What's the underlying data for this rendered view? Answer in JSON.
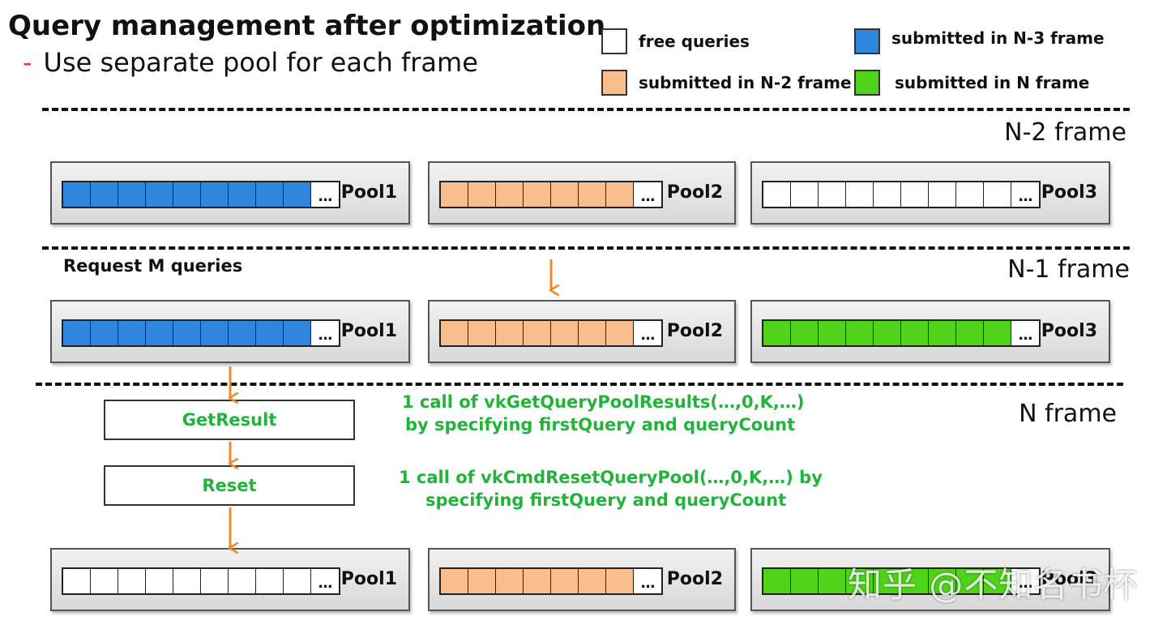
{
  "header": {
    "title": "Query management after optimization",
    "subtitle_bullet": "-",
    "subtitle": "Use separate pool for each frame"
  },
  "legend": [
    {
      "label": "free queries",
      "color": "#ffffff"
    },
    {
      "label": "submitted in N-3 frame",
      "color": "#2e86de"
    },
    {
      "label": "submitted in N-2 frame",
      "color": "#f9be8e"
    },
    {
      "label": "submitted in N frame",
      "color": "#4fd41a"
    }
  ],
  "colors": {
    "free": "#ffffff",
    "n3": "#2e86de",
    "n2": "#f9be8e",
    "n": "#4fd41a",
    "arrow": "#f08a28",
    "note": "#22b43a"
  },
  "frames": [
    {
      "label": "N-2 frame",
      "pools": [
        {
          "name": "Pool1",
          "ellipsis": "...",
          "slots": [
            "n3",
            "n3",
            "n3",
            "n3",
            "n3",
            "n3",
            "n3",
            "n3",
            "n3"
          ]
        },
        {
          "name": "Pool2",
          "ellipsis": "...",
          "slots": [
            "n2",
            "n2",
            "n2",
            "n2",
            "n2",
            "n2",
            "n2"
          ]
        },
        {
          "name": "Pool3",
          "ellipsis": "...",
          "slots": [
            "free",
            "free",
            "free",
            "free",
            "free",
            "free",
            "free",
            "free",
            "free"
          ]
        }
      ]
    },
    {
      "label": "N-1 frame",
      "request_label": "Request M queries",
      "pools": [
        {
          "name": "Pool1",
          "ellipsis": "...",
          "slots": [
            "n3",
            "n3",
            "n3",
            "n3",
            "n3",
            "n3",
            "n3",
            "n3",
            "n3"
          ]
        },
        {
          "name": "Pool2",
          "ellipsis": "...",
          "slots": [
            "n2",
            "n2",
            "n2",
            "n2",
            "n2",
            "n2",
            "n2"
          ]
        },
        {
          "name": "Pool3",
          "ellipsis": "...",
          "slots": [
            "n",
            "n",
            "n",
            "n",
            "n",
            "n",
            "n",
            "n",
            "n"
          ]
        }
      ]
    },
    {
      "label": "N frame",
      "pools": [
        {
          "name": "Pool1",
          "ellipsis": "...",
          "slots": [
            "free",
            "free",
            "free",
            "free",
            "free",
            "free",
            "free",
            "free",
            "free"
          ]
        },
        {
          "name": "Pool2",
          "ellipsis": "...",
          "slots": [
            "n2",
            "n2",
            "n2",
            "n2",
            "n2",
            "n2",
            "n2"
          ]
        },
        {
          "name": "Pool3",
          "ellipsis": "...",
          "slots": [
            "n",
            "n",
            "n",
            "n",
            "n",
            "n",
            "n",
            "n",
            "n"
          ]
        }
      ]
    }
  ],
  "steps": {
    "get_result": "GetResult",
    "reset": "Reset"
  },
  "notes": {
    "get_result_line1": "1 call of vkGetQueryPoolResults(…,0,K,…)",
    "get_result_line2": "by specifying firstQuery and queryCount",
    "reset_line1": "1 call of vkCmdResetQueryPool(…,0,K,…) by",
    "reset_line2": "specifying firstQuery and queryCount"
  },
  "watermark": "知乎 @不知名书杯"
}
